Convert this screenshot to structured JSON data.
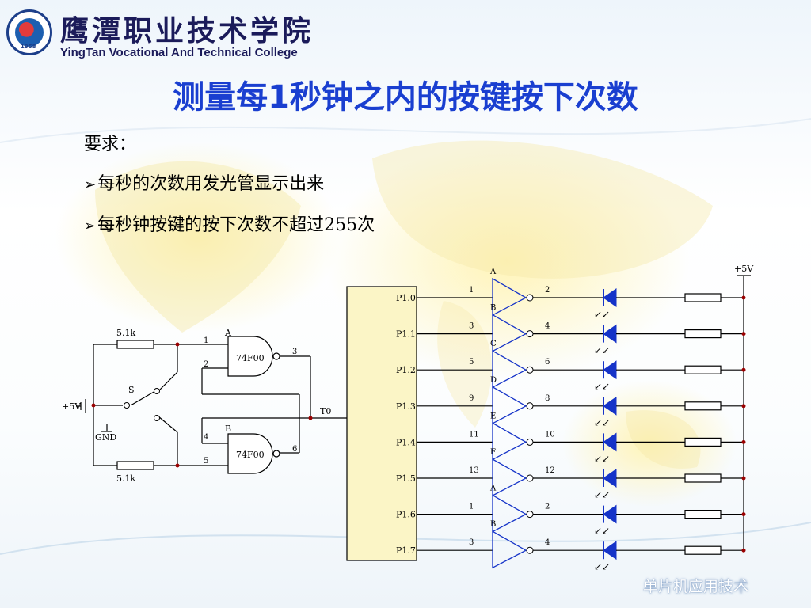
{
  "header": {
    "college_cn": "鹰潭职业技术学院",
    "college_en": "YingTan Vocational And Technical College",
    "logo_year": "1958"
  },
  "title": "测量每1秒钟之内的按键按下次数",
  "requirements": {
    "heading": "要求：",
    "items": [
      "每秒的次数用发光管显示出来",
      "每秒钟按键的按下次数不超过255次"
    ]
  },
  "circuit": {
    "resistor_top": "5.1k",
    "resistor_bottom": "5.1k",
    "switch_label": "S",
    "vcc_left": "+5V",
    "gnd_label": "GND",
    "vcc_right": "+5V",
    "gate_a": {
      "label": "A",
      "chip": "74F00",
      "in1": "1",
      "in2": "2",
      "out": "3"
    },
    "gate_b": {
      "label": "B",
      "chip": "74F00",
      "in1": "4",
      "in2": "5",
      "out": "6"
    },
    "t0_label": "T0",
    "ports": [
      "P1.0",
      "P1.1",
      "P1.2",
      "P1.3",
      "P1.4",
      "P1.5",
      "P1.6",
      "P1.7"
    ],
    "inverters": [
      {
        "label": "A",
        "in": "1",
        "out": "2"
      },
      {
        "label": "B",
        "in": "3",
        "out": "4"
      },
      {
        "label": "C",
        "in": "5",
        "out": "6"
      },
      {
        "label": "D",
        "in": "9",
        "out": "8"
      },
      {
        "label": "E",
        "in": "11",
        "out": "10"
      },
      {
        "label": "F",
        "in": "13",
        "out": "12"
      },
      {
        "label": "A",
        "in": "1",
        "out": "2"
      },
      {
        "label": "B",
        "in": "3",
        "out": "4"
      }
    ]
  },
  "footer": "单片机应用技术",
  "colors": {
    "title": "#1a3fd0",
    "wire": "#000000",
    "diode": "#1533c8",
    "mcu_fill": "#fbf5c6"
  }
}
